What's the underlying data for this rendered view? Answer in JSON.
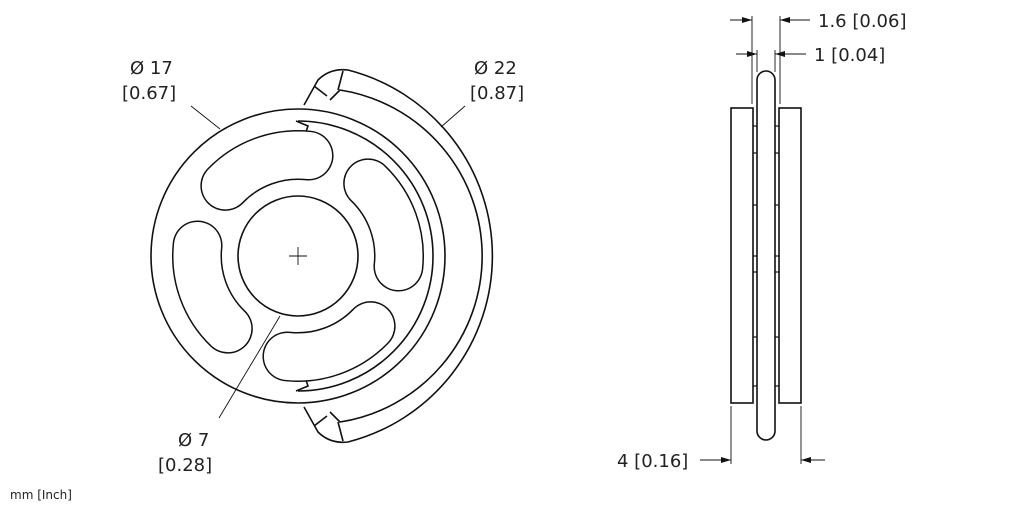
{
  "front_view": {
    "dim_outer": {
      "label": "Ø 17",
      "sub": "[0.67]"
    },
    "dim_ring": {
      "label": "Ø 22",
      "sub": "[0.87]"
    },
    "dim_bore": {
      "label": "Ø 7",
      "sub": "[0.28]"
    }
  },
  "side_view": {
    "dim_gap": "1.6 [0.06]",
    "dim_core": "1 [0.04]",
    "dim_width": "4 [0.16]"
  },
  "units_note": "mm [Inch]"
}
